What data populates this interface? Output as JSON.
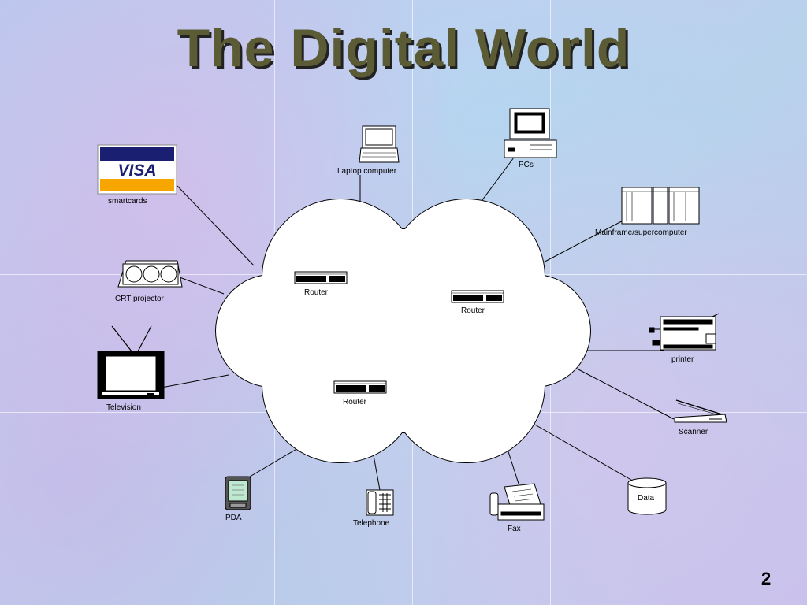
{
  "slide": {
    "title": "The Digital World",
    "page_number": "2"
  },
  "nodes": {
    "smartcards": "smartcards",
    "visa_logo_text": "VISA",
    "laptop": "Laptop computer",
    "pcs": "PCs",
    "mainframe": "Mainframe/supercomputer",
    "crt_projector": "CRT projector",
    "television": "Television",
    "printer": "printer",
    "scanner": "Scanner",
    "data": "Data",
    "pda": "PDA",
    "telephone": "Telephone",
    "fax": "Fax",
    "router_1": "Router",
    "router_2": "Router",
    "router_3": "Router"
  },
  "colors": {
    "title": "#5b5b35",
    "visa_blue": "#1a1f71",
    "visa_gold": "#f7a600",
    "cloud_fill": "#ffffff"
  }
}
